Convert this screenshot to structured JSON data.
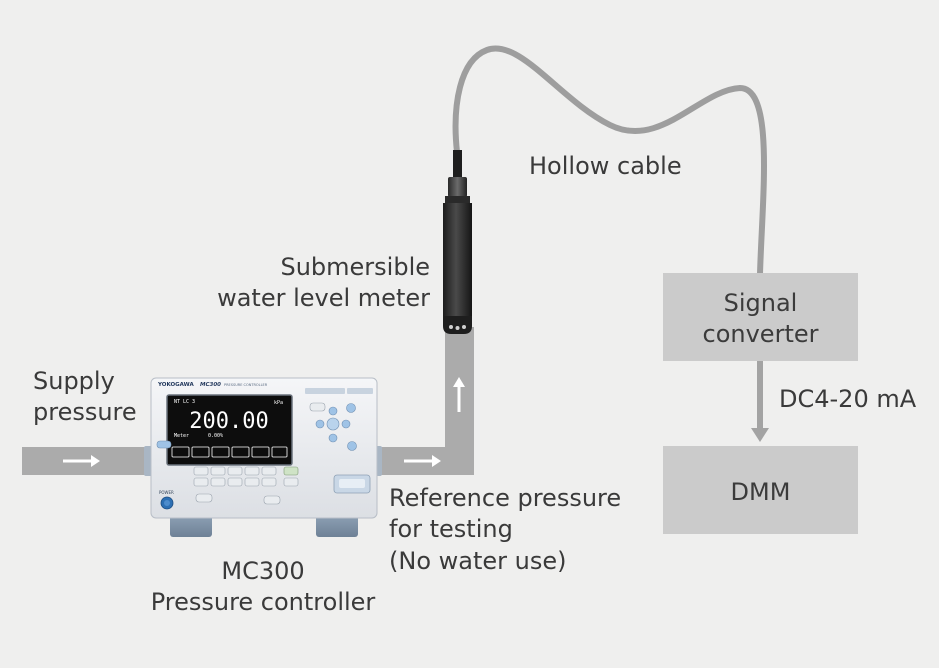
{
  "labels": {
    "supply_line1": "Supply",
    "supply_line2": "pressure",
    "submersible_line1": "Submersible",
    "submersible_line2": "water level meter",
    "hollow_cable": "Hollow cable",
    "reference_line1": "Reference pressure",
    "reference_line2": "for testing",
    "reference_line3": "(No water use)",
    "mc300_line1": "MC300",
    "mc300_line2": "Pressure controller",
    "signal_line1": "Signal",
    "signal_line2": "converter",
    "dc_label": "DC4-20 mA",
    "dmm": "DMM"
  },
  "device": {
    "brand": "YOKOGAWA",
    "model": "MC300",
    "subtitle": "PRESSURE CONTROLLER",
    "display_value": "200.00",
    "display_unit": "kPa",
    "display_top": "NT  LC 3",
    "display_mode": "Meter",
    "display_sub": "0.00%",
    "power_label": "POWER"
  },
  "colors": {
    "background": "#efefee",
    "pipe": "#ababab",
    "box": "#cbcbcb",
    "cable": "#9e9e9e",
    "sensor": "#2b2b2b",
    "arrow_fill": "#ffffff",
    "signal_arrow": "#a3a3a3"
  },
  "icons": [
    "flow-arrow-icon",
    "flow-arrow-up-icon",
    "signal-arrow-icon"
  ]
}
